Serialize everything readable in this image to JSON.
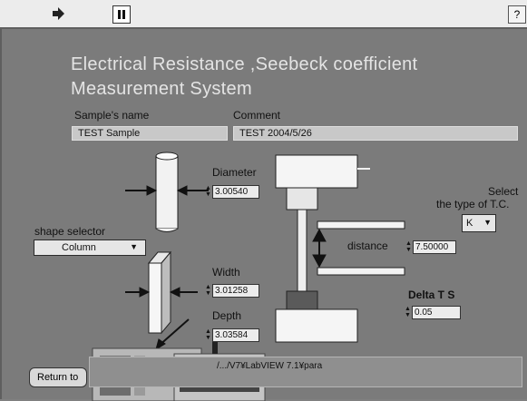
{
  "toolbar": {
    "run_icon": "run-arrow-icon",
    "pause_icon": "pause-icon",
    "help_icon": "help-icon",
    "help_text": "?"
  },
  "title": {
    "line1": "Electrical Resistance ,Seebeck coefficient",
    "line2": "Measurement  System"
  },
  "sample": {
    "name_label": "Sample's name",
    "name_value": "TEST Sample",
    "comment_label": "Comment",
    "comment_value": "TEST 2004/5/26"
  },
  "diameter": {
    "label": "Diameter",
    "value": "3.00540"
  },
  "shape_selector": {
    "label": "shape selector",
    "value": "Column"
  },
  "width": {
    "label": "Width",
    "value": "3.01258"
  },
  "depth": {
    "label": "Depth",
    "value": "3.03584"
  },
  "distance": {
    "label": "distance",
    "value": "7.50000"
  },
  "tc": {
    "label_line1": "Select",
    "label_line2": "the type of T.C.",
    "value": "K"
  },
  "delta_ts": {
    "label": "Delta T S",
    "value": "0.05"
  },
  "return": {
    "label": "Return to"
  },
  "path": {
    "value": "/.../V7¥LabVIEW 7.1¥para"
  },
  "colors": {
    "panel": "#7b7b7b",
    "title": "#e4e4e4",
    "field": "#c8c8c8"
  }
}
